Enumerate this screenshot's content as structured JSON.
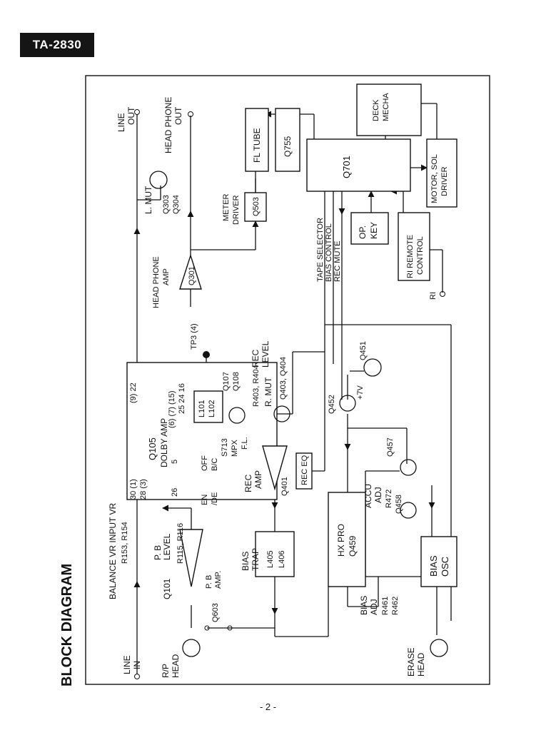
{
  "header": {
    "model": "TA-2830"
  },
  "footer": {
    "page": "- 2 -"
  },
  "title": "BLOCK DIAGRAM",
  "labels": {
    "line_in_1": "LINE",
    "line_in_2": "IN",
    "balance_vr": "BALANCE VR INPUT VR",
    "r153_r154": "R153, R154",
    "pb_level_1": "P. B",
    "pb_level_2": "LEVEL",
    "r115_r116": "R115, R116",
    "q101": "Q101",
    "pb_amp_1": "P. B",
    "pb_amp_2": "AMP.",
    "q603": "Q603",
    "rp_head_1": "R/P",
    "rp_head_2": "HEAD",
    "q105_pins_top": "(9) 22",
    "q105_pins_mid": "(6) (7) (15)",
    "q105_pins_nums": "25   24   16",
    "q105_pins_left1": "30 (1)",
    "q105_pins_left2": "28 (3)",
    "q105_pin5": "5",
    "q105_pin26": "26",
    "q105_name": "Q105",
    "q105_func": "DOLBY AMP",
    "l101": "L101",
    "l102": "L102",
    "q107": "Q107",
    "q108": "Q108",
    "s713": "S713",
    "mpx": "MPX",
    "fl": "F.L.",
    "off": "OFF",
    "bc": "B/C",
    "en": "EN",
    "de": "/DE",
    "tp3": "TP3 (4)",
    "rec_level_1": "REC",
    "rec_level_2": "LEVEL",
    "r403_r404": "R403, R404",
    "r_mut": "R. MUT",
    "q403_q404": "Q403, Q404",
    "rec_amp_1": "REC",
    "rec_amp_2": "AMP",
    "q401": "Q401",
    "rec_eq": "REC EQ",
    "bias_trap_1": "BIAS",
    "bias_trap_2": "TRAP",
    "l405": "L405",
    "l406": "L406",
    "line_out_1": "LINE",
    "line_out_2": "OUT",
    "head_phone_out_1": "HEAD PHONE",
    "head_phone_out_2": "OUT",
    "l_mut": "L. MUT",
    "q303": "Q303",
    "q304": "Q304",
    "head_phone_amp_1": "HEAD PHONE",
    "head_phone_amp_2": "AMP",
    "q301": "Q301",
    "meter_driver_1": "METER",
    "meter_driver_2": "DRIVER",
    "q503": "Q503",
    "fl_tube": "FL TUBE",
    "q755": "Q755",
    "deck_mecha_1": "DECK",
    "deck_mecha_2": "MECHA",
    "q701": "Q701",
    "motor_sol_1": "MOTOR, SOL",
    "motor_sol_2": "DRIVER",
    "tape_selector": "TAPE SELECTOR",
    "bias_control": "BIAS CONTROL",
    "rec_mute": "REC MUTE",
    "op_key_1": "OP.",
    "op_key_2": "KEY",
    "ri_remote_1": "RI REMOTE",
    "ri_remote_2": "CONTROL",
    "ri": "RI",
    "q451": "Q451",
    "plus7v": "+7V",
    "q452": "Q452",
    "q457": "Q457",
    "accu_adj_1": "ACCU",
    "accu_adj_2": "ADJ",
    "r472": "R472",
    "q458": "Q458",
    "hx_pro": "HX PRO",
    "q459": "Q459",
    "bias_adj_1": "BIAS",
    "bias_adj_2": "ADJ",
    "r461": "R461",
    "r462": "R462",
    "bias_osc_1": "BIAS",
    "bias_osc_2": "OSC",
    "erase_head_1": "ERASE",
    "erase_head_2": "HEAD"
  }
}
